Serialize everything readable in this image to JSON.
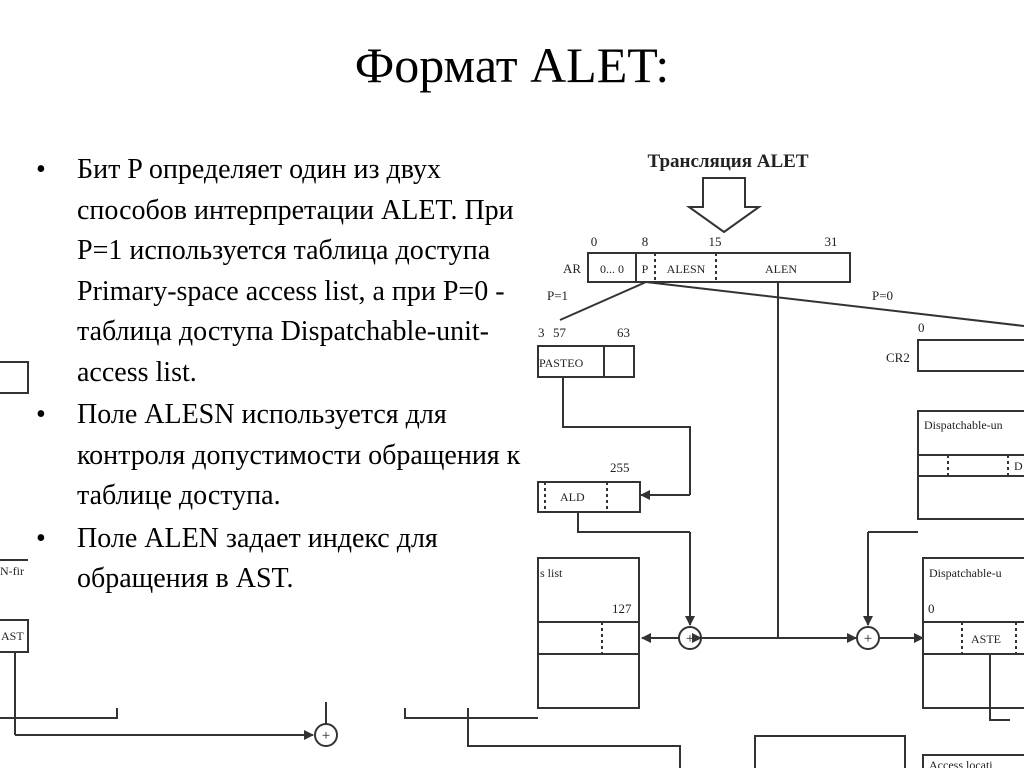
{
  "slide": {
    "title": "Формат ALET:",
    "bullets": [
      {
        "text": "Бит P определяет один из двух способов интерпретации ALET. При P=1 используется таблица доступа Primary-space access list, а при P=0 - таблица доступа Dispatchable-unit-access list."
      },
      {
        "text": "Поле ALESN используется для контроля допустимости обращения к таблице доступа."
      },
      {
        "text": "Поле ALEN задает индекс для обращения в AST."
      }
    ]
  },
  "diagram": {
    "caption": "Трансляция ALET",
    "ar_register": {
      "label": "AR",
      "bit_positions": [
        "0",
        "8",
        "15",
        "31"
      ],
      "fields": [
        "0... 0",
        "P",
        "ALESN",
        "ALEN"
      ]
    },
    "p1_label": "P=1",
    "p0_label": "P=0",
    "pasteo_bits": [
      "3",
      "57",
      "63"
    ],
    "pasteo_label": "PASTEO",
    "cr2_bit": "0",
    "cr2_label": "CR2",
    "dispatchable_unit_label": "Dispatchable-un",
    "dispatchable_unit_field": "D",
    "ald_bit": "255",
    "ald_label": "ALD",
    "access_list_label": "s list",
    "access_list_bit": "127",
    "dispatchable_u_label": "Dispatchable-u",
    "dispatchable_u_bit": "0",
    "aste_label": "ASTE",
    "left_header_label": "N-fir",
    "left_ast_label": "AST",
    "access_locate_label": "Access locati",
    "adder_symbol": "+"
  }
}
